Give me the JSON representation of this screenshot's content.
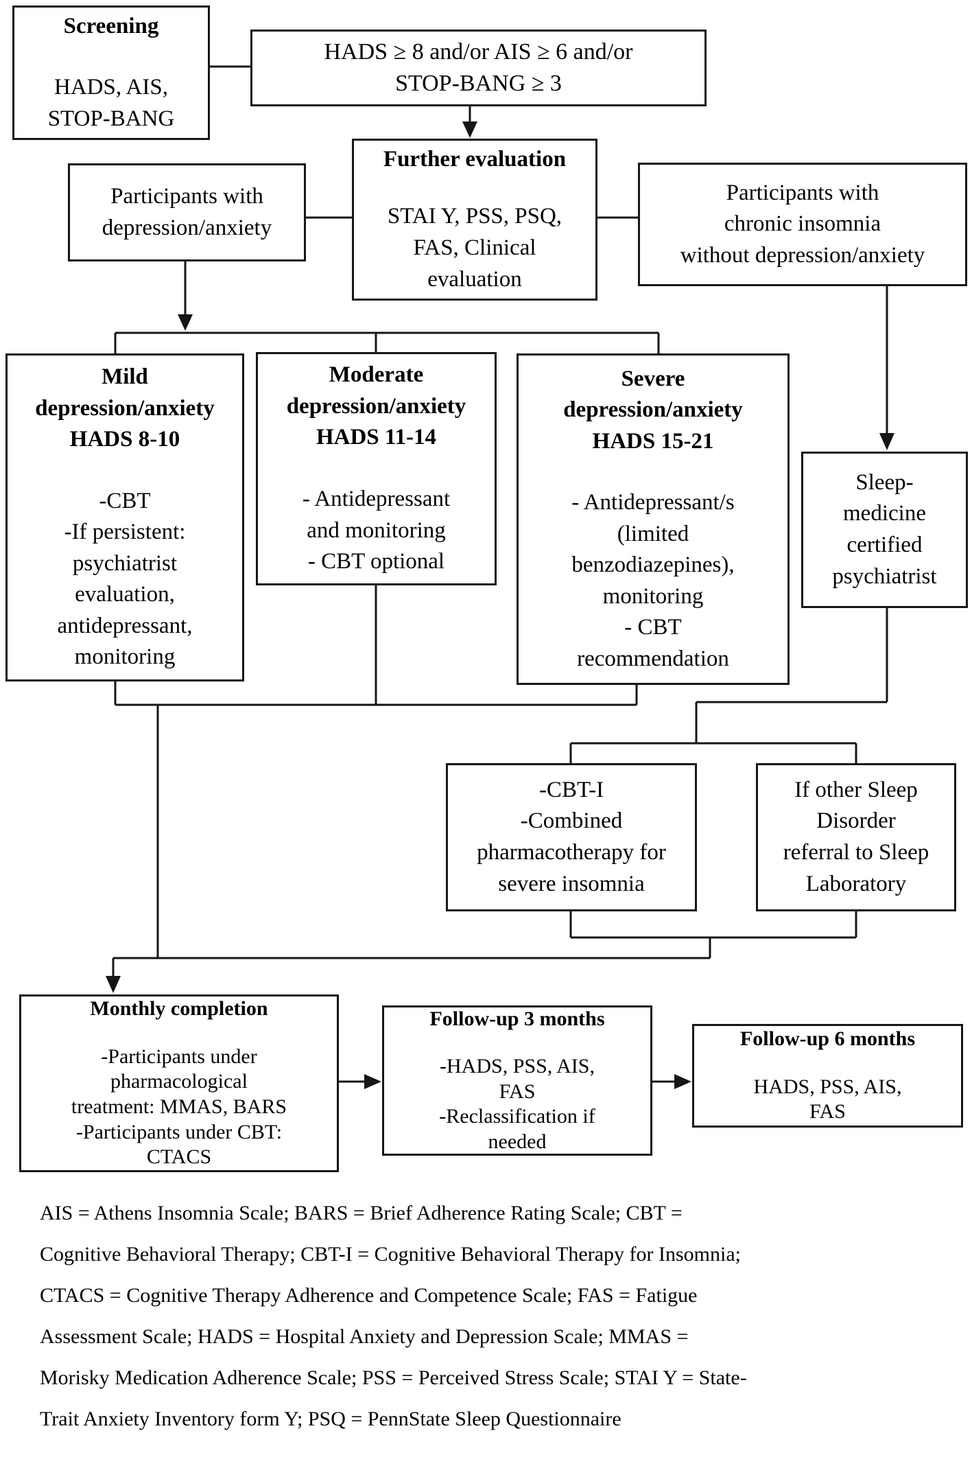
{
  "diagram": {
    "colors": {
      "border": "#161616",
      "text": "#000000",
      "background": "#ffffff"
    },
    "boxes": {
      "screening": {
        "title": "Screening",
        "body": [
          "HADS, AIS,",
          "STOP-BANG"
        ]
      },
      "criteria": {
        "body": [
          "HADS ≥ 8 and/or AIS ≥ 6 and/or",
          "STOP-BANG ≥ 3"
        ]
      },
      "further_evaluation": {
        "title": "Further evaluation",
        "body": [
          "STAI Y, PSS, PSQ,",
          "FAS, Clinical",
          "evaluation"
        ]
      },
      "participants_depression": {
        "body": [
          "Participants with",
          "depression/anxiety"
        ]
      },
      "participants_insomnia": {
        "body": [
          "Participants with",
          "chronic insomnia",
          "without depression/anxiety"
        ]
      },
      "mild": {
        "title": [
          "Mild",
          "depression/anxiety",
          "HADS 8-10"
        ],
        "body": [
          "-CBT",
          "-If persistent:",
          "psychiatrist",
          "evaluation,",
          "antidepressant,",
          "monitoring"
        ]
      },
      "moderate": {
        "title": [
          "Moderate",
          "depression/anxiety",
          "HADS 11-14"
        ],
        "body": [
          "- Antidepressant",
          "and monitoring",
          "- CBT optional"
        ]
      },
      "severe": {
        "title": [
          "Severe",
          "depression/anxiety",
          "HADS 15-21"
        ],
        "body": [
          "- Antidepressant/s",
          "(limited",
          "benzodiazepines),",
          "monitoring",
          "- CBT",
          "recommendation"
        ]
      },
      "sleep_psychiatrist": {
        "body": [
          "Sleep-",
          "medicine",
          "certified",
          "psychiatrist"
        ]
      },
      "cbt_i": {
        "body": [
          "-CBT-I",
          "-Combined",
          "pharmacotherapy for",
          "severe insomnia"
        ]
      },
      "sleep_lab": {
        "body": [
          "If other Sleep",
          "Disorder",
          "referral to Sleep",
          "Laboratory"
        ]
      },
      "monthly_completion": {
        "title": "Monthly completion",
        "body": [
          "-Participants under",
          "pharmacological",
          "treatment: MMAS, BARS",
          "-Participants under CBT:",
          "CTACS"
        ]
      },
      "followup_3_months": {
        "title": "Follow-up 3 months",
        "body": [
          "-HADS, PSS, AIS,",
          "FAS",
          "-Reclassification if",
          "needed"
        ]
      },
      "followup_6_months": {
        "title": "Follow-up 6 months",
        "body": [
          "HADS, PSS, AIS,",
          "FAS"
        ]
      }
    },
    "footer_lines": [
      "AIS = Athens Insomnia Scale; BARS = Brief Adherence Rating Scale; CBT =",
      "Cognitive Behavioral Therapy; CBT-I = Cognitive Behavioral Therapy for Insomnia;",
      "CTACS = Cognitive Therapy Adherence and Competence Scale; FAS = Fatigue",
      "Assessment Scale; HADS = Hospital Anxiety and Depression Scale; MMAS =",
      "Morisky Medication Adherence Scale; PSS = Perceived Stress Scale; STAI Y = State-",
      "Trait Anxiety Inventory form Y; PSQ = PennState Sleep Questionnaire"
    ]
  }
}
